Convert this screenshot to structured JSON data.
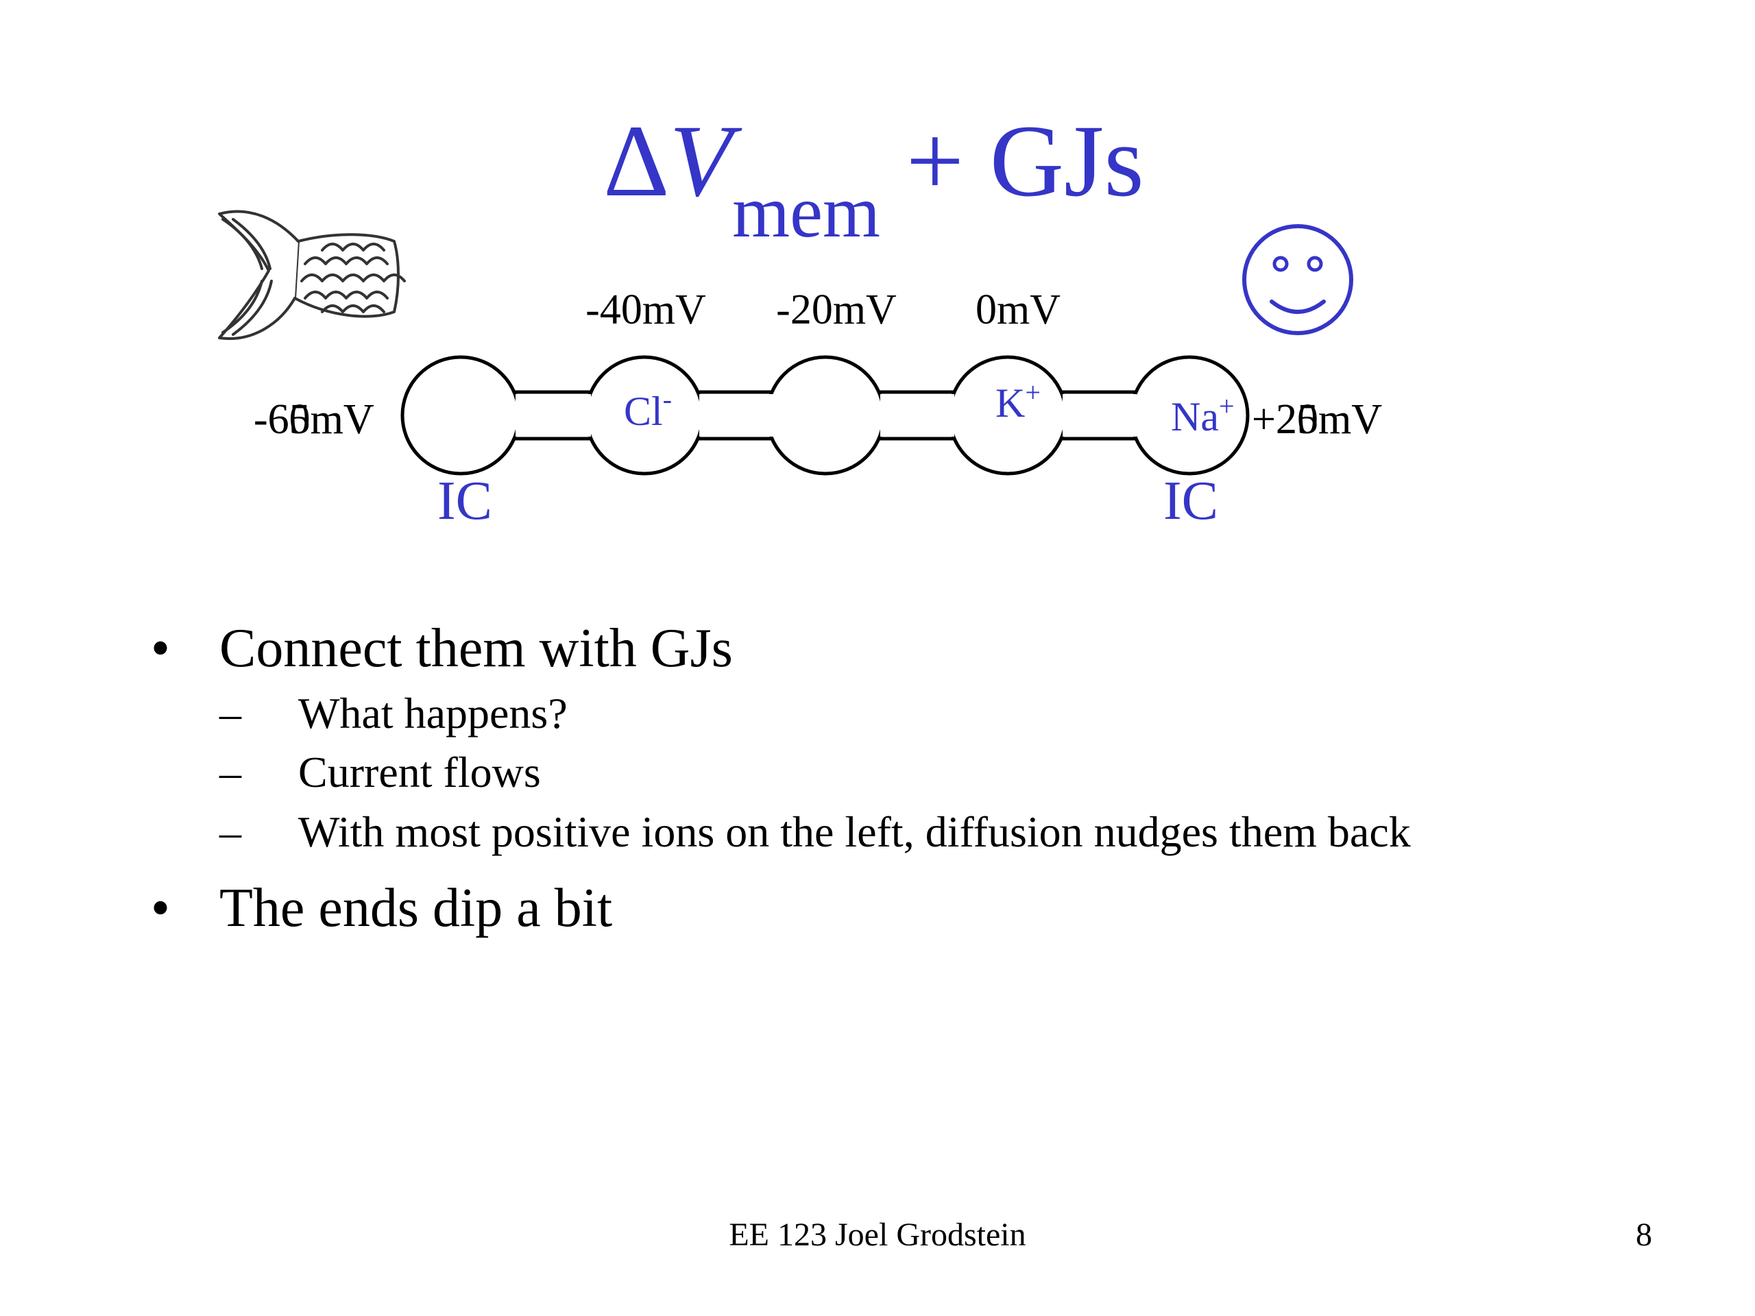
{
  "slide": {
    "title": {
      "delta": "Δ",
      "v": "V",
      "sub": "mem",
      "rest": " + GJs"
    },
    "colors": {
      "accent": "#3535c8",
      "text": "#000000",
      "background": "#ffffff"
    },
    "diagram": {
      "top_voltages": [
        "-40mV",
        "-20mV",
        "0mV"
      ],
      "left_label": "-60mV",
      "left_label_overlay": "-65mV",
      "right_label": "+20mV",
      "right_label_overlay": "+25mV",
      "ions": {
        "cl": {
          "base": "Cl",
          "sup": "-"
        },
        "k": {
          "base": "K",
          "sup": "+"
        },
        "na": {
          "base": "Na",
          "sup": "+"
        }
      },
      "ic_left": "IC",
      "ic_right": "IC",
      "icons": {
        "left": "fish-tail-icon",
        "right": "smiley-face-icon"
      }
    },
    "bullets": [
      {
        "marker": "•",
        "text": "Connect them with GJs",
        "sub": [
          {
            "marker": "–",
            "text": "What happens?"
          },
          {
            "marker": "–",
            "text": "Current flows"
          },
          {
            "marker": "–",
            "text": "With most positive ions on the left, diffusion nudges them back"
          }
        ]
      },
      {
        "marker": "•",
        "text": "The ends dip a bit",
        "sub": []
      }
    ],
    "footer": "EE 123 Joel Grodstein",
    "page_number": "8"
  }
}
